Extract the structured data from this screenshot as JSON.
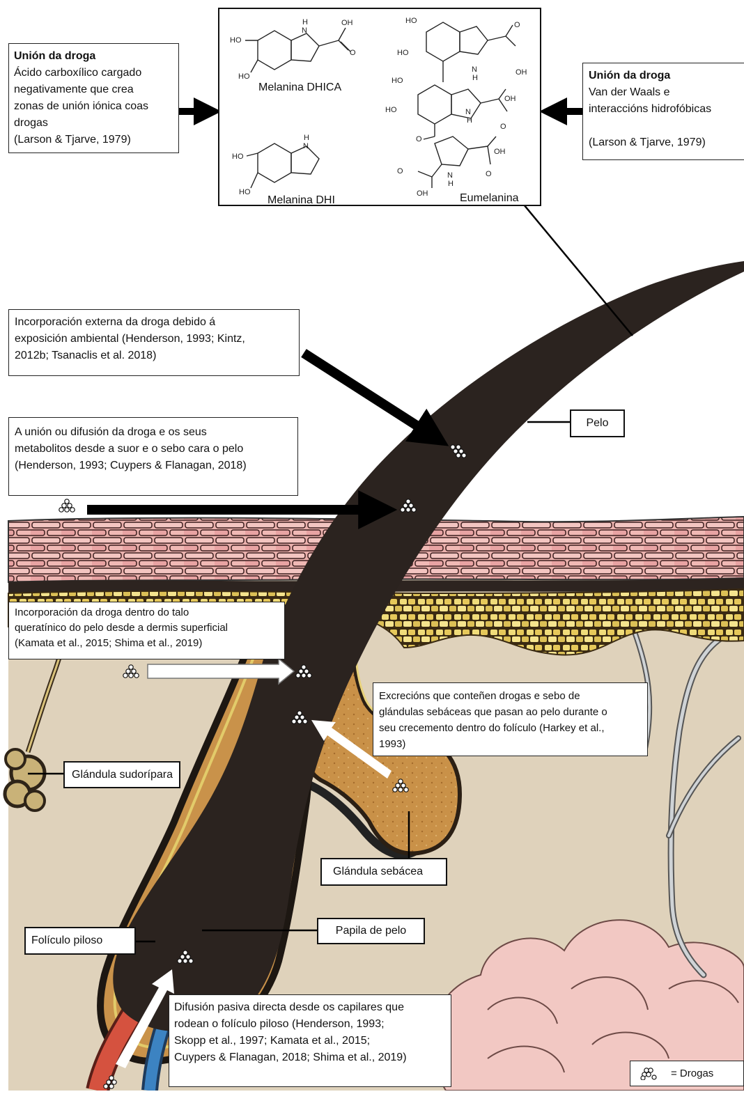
{
  "chemistry": {
    "dhica_name": "Melanina DHICA",
    "dhi_name": "Melanina DHI",
    "eumelanin_name": "Eumelanina",
    "atoms": {
      "ho": "HO",
      "oh": "OH",
      "h": "H",
      "n": "N",
      "o": "O"
    }
  },
  "left_binding": {
    "title": "Unión da droga",
    "lines": [
      "Ácido carboxílico cargado",
      "negativamente que crea",
      "zonas de unión iónica coas",
      "drogas",
      "(Larson & Tjarve, 1979)"
    ]
  },
  "right_binding": {
    "title": "Unión da droga",
    "lines": [
      "Van der Waals e",
      "interaccións hidrofóbicas",
      "",
      "(Larson & Tjarve, 1979)"
    ]
  },
  "external_box": {
    "lines": [
      "Incorporación externa da droga debido á",
      "exposición ambiental (Henderson, 1993; Kintz,",
      "2012b; Tsanaclis et al. 2018)"
    ]
  },
  "sweat_box": {
    "lines": [
      "A unión ou difusión da droga e os seus",
      "metabolitos desde a suor e o sebo cara o pelo",
      "(Henderson, 1993; Cuypers & Flanagan, 2018)"
    ]
  },
  "dermis_box": {
    "lines": [
      "Incorporación da droga dentro do talo",
      "queratínico do pelo desde a dermis superficial",
      "(Kamata et al., 2015; Shima et al., 2019)"
    ]
  },
  "sebum_box": {
    "lines": [
      "Excrecións que conteñen drogas e sebo de",
      "glándulas sebáceas que pasan ao pelo durante o",
      "seu crecemento dentro do folículo (Harkey et al.,",
      "1993)"
    ]
  },
  "capillary_box": {
    "lines": [
      "Difusión pasiva directa desde os capilares que",
      "rodean o folículo piloso (Henderson, 1993;",
      "Skopp et al., 1997; Kamata et al., 2015;",
      "Cuypers & Flanagan, 2018; Shima et al., 2019)"
    ]
  },
  "labels": {
    "pelo": "Pelo",
    "sweat_gland": "Glándula sudorípara",
    "sebaceous_gland": "Glándula sebácea",
    "follicle": "Folículo piloso",
    "papilla": "Papila de pelo"
  },
  "legend": {
    "text": "= Drogas"
  },
  "colors": {
    "hair": "#2b231f",
    "dermis": "#dfd2bb",
    "epidermis": "#e8a5a5",
    "fat": "#e9d169",
    "gland": "#c9924a",
    "artery": "#d5523f",
    "vein": "#3c83c2",
    "lobule": "#f2c8c3"
  }
}
